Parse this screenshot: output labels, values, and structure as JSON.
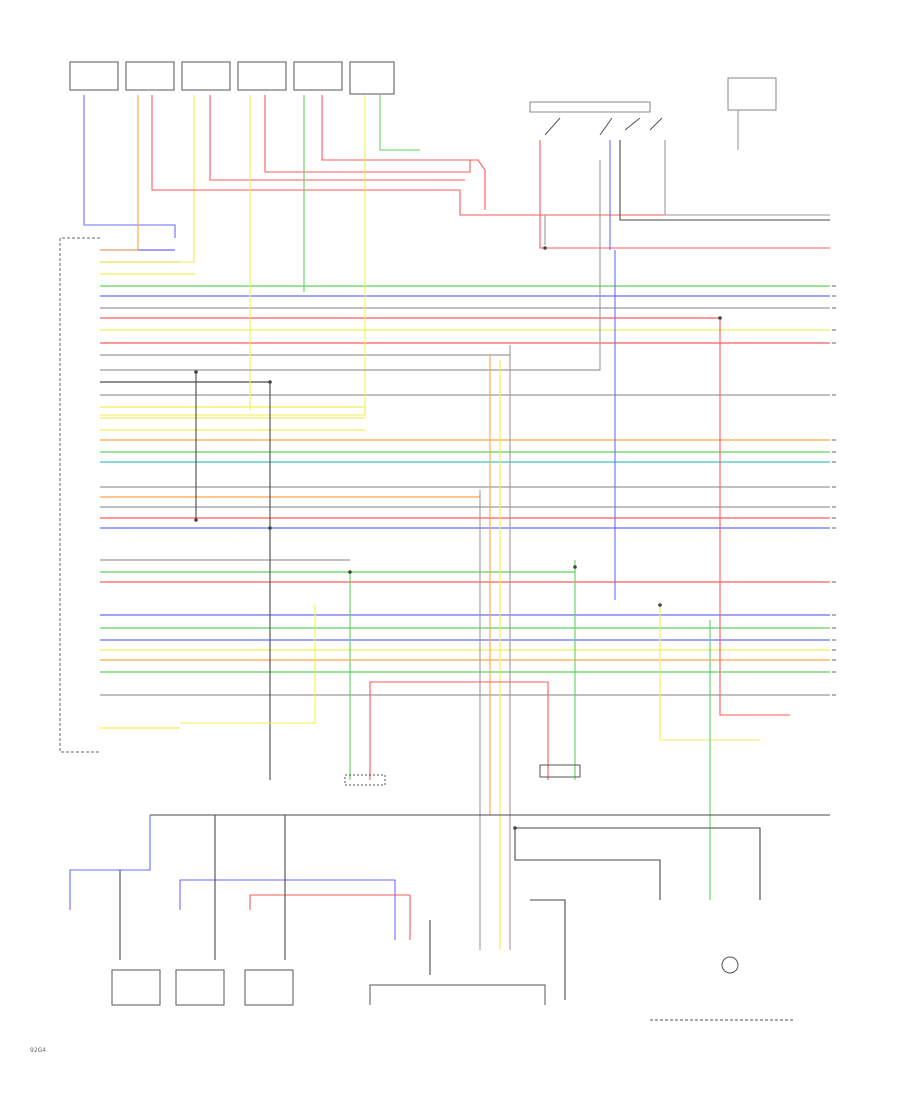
{
  "diagram": {
    "page_code": "92G4",
    "colors": {
      "blue": "#6b6bff",
      "red": "#ff5a5a",
      "orange": "#ffa640",
      "yellow": "#f2ee55",
      "green": "#5fd25f",
      "grey": "#9a9a9a",
      "black": "#4a4a4a",
      "teal": "#40bfc6"
    },
    "wires": [
      {
        "color": "blue"
      },
      {
        "color": "orange"
      },
      {
        "color": "yellow"
      },
      {
        "color": "green"
      },
      {
        "color": "blue"
      },
      {
        "color": "grey"
      },
      {
        "color": "red"
      },
      {
        "color": "yellow"
      },
      {
        "color": "red"
      },
      {
        "color": "grey"
      },
      {
        "color": "grey"
      },
      {
        "color": "black"
      },
      {
        "color": "grey"
      },
      {
        "color": "yellow"
      },
      {
        "color": "yellow"
      },
      {
        "color": "yellow"
      },
      {
        "color": "orange"
      },
      {
        "color": "green"
      },
      {
        "color": "teal"
      },
      {
        "color": "grey"
      },
      {
        "color": "orange"
      },
      {
        "color": "grey"
      },
      {
        "color": "red"
      },
      {
        "color": "blue"
      },
      {
        "color": "grey"
      },
      {
        "color": "green"
      },
      {
        "color": "red"
      },
      {
        "color": "blue"
      },
      {
        "color": "green"
      },
      {
        "color": "blue"
      },
      {
        "color": "yellow"
      },
      {
        "color": "orange"
      },
      {
        "color": "green"
      },
      {
        "color": "grey"
      },
      {
        "color": "yellow"
      }
    ]
  }
}
